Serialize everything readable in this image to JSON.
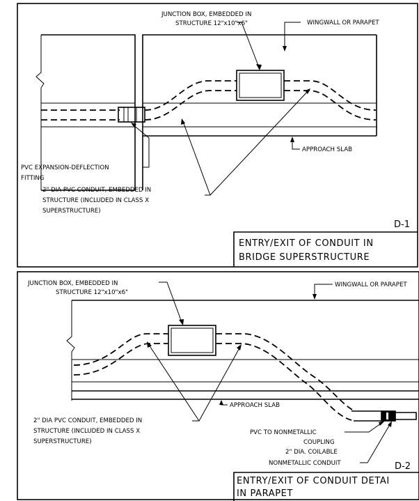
{
  "detail_d1": {
    "junction_box_label": [
      "JUNCTION BOX, EMBEDDED IN",
      "STRUCTURE  12\"x10\"x6\""
    ],
    "wingwall_label": "WINGWALL OR PARAPET",
    "approach_slab_label": "APPROACH SLAB",
    "expansion_fitting_label": [
      "PVC EXPANSION-DEFLECTION",
      "FITTING"
    ],
    "conduit_label": [
      "2\" DIA PVC CONDUIT, EMBEDDED IN",
      "STRUCTURE (INCLUDED IN CLASS X",
      "SUPERSTRUCTURE)"
    ],
    "detail_code": "D-1",
    "title": [
      "ENTRY/EXIT OF CONDUIT IN",
      "BRIDGE SUPERSTRUCTURE"
    ]
  },
  "detail_d2": {
    "junction_box_label": [
      "JUNCTION BOX, EMBEDDED IN",
      "STRUCTURE  12\"x10\"x6\""
    ],
    "wingwall_label": "WINGWALL OR PARAPET",
    "approach_slab_label": "APPROACH SLAB",
    "conduit_label": [
      "2\" DIA PVC CONDUIT, EMBEDDED IN",
      "STRUCTURE (INCLUDED IN CLASS X",
      "SUPERSTRUCTURE)"
    ],
    "coupling_label": [
      "PVC TO NONMETALLIC",
      "COUPLING"
    ],
    "coilable_label": [
      "2\" DIA. COILABLE",
      "NONMETALLIC CONDUIT"
    ],
    "detail_code": "D-2",
    "title": [
      "ENTRY/EXIT OF CONDUIT DETAI",
      "IN PARAPET"
    ]
  }
}
